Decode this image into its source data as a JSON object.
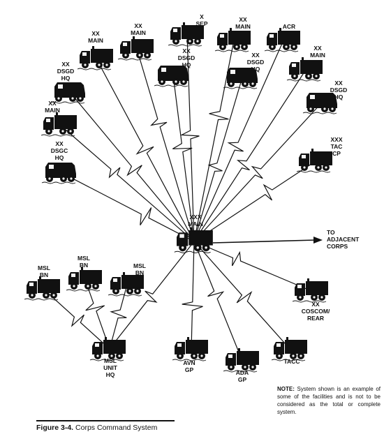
{
  "hub": {
    "lines": [
      "XXX",
      "MAIN"
    ]
  },
  "nodes": [
    {
      "id": "xx-main-1",
      "lines": [
        "XX",
        "MAIN"
      ],
      "vehicle": "truck"
    },
    {
      "id": "xx-main-2",
      "lines": [
        "XX",
        "MAIN"
      ],
      "vehicle": "truck"
    },
    {
      "id": "x-sep",
      "lines": [
        "X",
        "SEP"
      ],
      "vehicle": "truck"
    },
    {
      "id": "xx-main-3",
      "lines": [
        "XX",
        "MAIN"
      ],
      "vehicle": "truck"
    },
    {
      "id": "acr",
      "lines": [
        "ACR"
      ],
      "vehicle": "truck"
    },
    {
      "id": "xx-dsgd-hq-1",
      "lines": [
        "XX",
        "DSGD",
        "HQ"
      ],
      "vehicle": "van"
    },
    {
      "id": "xx-dsgd-hq-2",
      "lines": [
        "XX",
        "DSGD",
        "HQ"
      ],
      "vehicle": "van"
    },
    {
      "id": "xx-dsgd-hq-3",
      "lines": [
        "XX",
        "DSGD",
        "HQ"
      ],
      "vehicle": "van"
    },
    {
      "id": "xx-main-4",
      "lines": [
        "XX",
        "MAIN"
      ],
      "vehicle": "truck"
    },
    {
      "id": "xx-dsgd-hq-4",
      "lines": [
        "XX",
        "DSGD",
        "HQ"
      ],
      "vehicle": "van"
    },
    {
      "id": "xx-main-5",
      "lines": [
        "XX",
        "MAIN"
      ],
      "vehicle": "truck"
    },
    {
      "id": "xx-dsgc-hq",
      "lines": [
        "XX",
        "DSGC",
        "HQ"
      ],
      "vehicle": "van"
    },
    {
      "id": "xxx-tac-cp",
      "lines": [
        "XXX",
        "TAC",
        "CP"
      ],
      "vehicle": "truck"
    },
    {
      "id": "xx-coscom-rear",
      "lines": [
        "XX",
        "COSCOM/",
        "REAR"
      ],
      "vehicle": "truck"
    },
    {
      "id": "tacc",
      "lines": [
        "TACC"
      ],
      "vehicle": "truck"
    },
    {
      "id": "ada-gp",
      "lines": [
        "ADA",
        "GP"
      ],
      "vehicle": "truck"
    },
    {
      "id": "avn-gp",
      "lines": [
        "AVN",
        "GP"
      ],
      "vehicle": "truck"
    },
    {
      "id": "msl-unit-hq",
      "lines": [
        "MSL",
        "UNIT",
        "HQ"
      ],
      "vehicle": "truck"
    },
    {
      "id": "msl-bn-1",
      "lines": [
        "MSL",
        "BN"
      ],
      "vehicle": "truck"
    },
    {
      "id": "msl-bn-2",
      "lines": [
        "MSL",
        "BN"
      ],
      "vehicle": "truck"
    },
    {
      "id": "msl-bn-3",
      "lines": [
        "MSL",
        "BN"
      ],
      "vehicle": "truck"
    }
  ],
  "adjacent": {
    "lines": [
      "TO",
      "ADJACENT",
      "CORPS"
    ]
  },
  "note": {
    "label": "NOTE:",
    "text": "System shown is an example of some of the facilities and is not to be considered as the total or complete system."
  },
  "caption": {
    "label": "Figure 3-4.",
    "text": "Corps Command System"
  }
}
